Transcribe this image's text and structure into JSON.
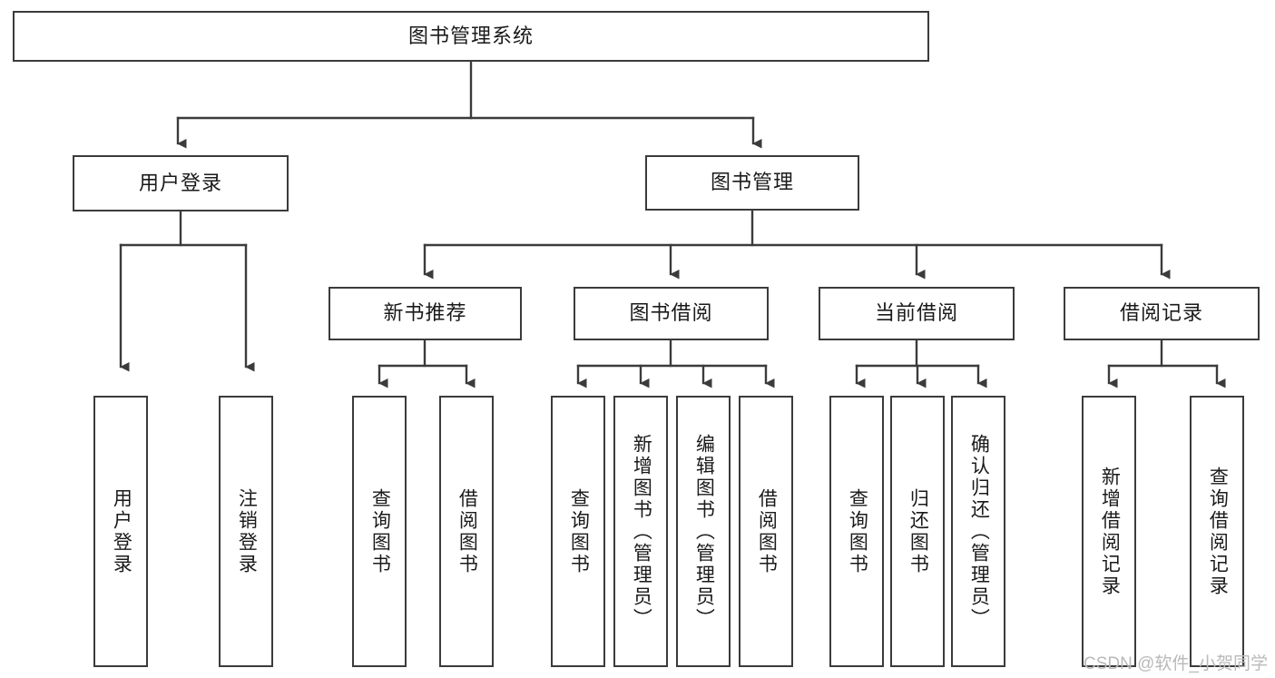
{
  "diagram": {
    "type": "tree",
    "title": "图书管理系统",
    "root": {
      "id": "root",
      "label": "图书管理系统"
    },
    "level1": [
      {
        "id": "user-login",
        "label": "用户登录"
      },
      {
        "id": "book-manage",
        "label": "图书管理"
      }
    ],
    "level2": [
      {
        "id": "new-book-rec",
        "label": "新书推荐",
        "parent": "book-manage"
      },
      {
        "id": "book-borrow",
        "label": "图书借阅",
        "parent": "book-manage"
      },
      {
        "id": "current-borrow",
        "label": "当前借阅",
        "parent": "book-manage"
      },
      {
        "id": "borrow-record",
        "label": "借阅记录",
        "parent": "book-manage"
      }
    ],
    "leaves": [
      {
        "id": "leaf-user-login",
        "label": "用户登录",
        "parent": "user-login"
      },
      {
        "id": "leaf-logout",
        "label": "注销登录",
        "parent": "user-login"
      },
      {
        "id": "leaf-query-book-1",
        "label": "查询图书",
        "parent": "new-book-rec"
      },
      {
        "id": "leaf-borrow-book-1",
        "label": "借阅图书",
        "parent": "new-book-rec"
      },
      {
        "id": "leaf-query-book-2",
        "label": "查询图书",
        "parent": "book-borrow"
      },
      {
        "id": "leaf-add-book",
        "label": "新增图书（管理员）",
        "parent": "book-borrow"
      },
      {
        "id": "leaf-edit-book",
        "label": "编辑图书（管理员）",
        "parent": "book-borrow"
      },
      {
        "id": "leaf-borrow-book-2",
        "label": "借阅图书",
        "parent": "book-borrow"
      },
      {
        "id": "leaf-query-book-3",
        "label": "查询图书",
        "parent": "current-borrow"
      },
      {
        "id": "leaf-return-book",
        "label": "归还图书",
        "parent": "current-borrow"
      },
      {
        "id": "leaf-confirm-return",
        "label": "确认归还（管理员）",
        "parent": "current-borrow"
      },
      {
        "id": "leaf-add-record",
        "label": "新增借阅记录",
        "parent": "borrow-record"
      },
      {
        "id": "leaf-query-record",
        "label": "查询借阅记录",
        "parent": "borrow-record"
      }
    ],
    "watermark": "CSDN @软件_小贺同学",
    "colors": {
      "stroke": "#3b3b3b",
      "fill": "#ffffff",
      "text": "#1a1a1a",
      "watermark": "#b9b9b9"
    }
  }
}
